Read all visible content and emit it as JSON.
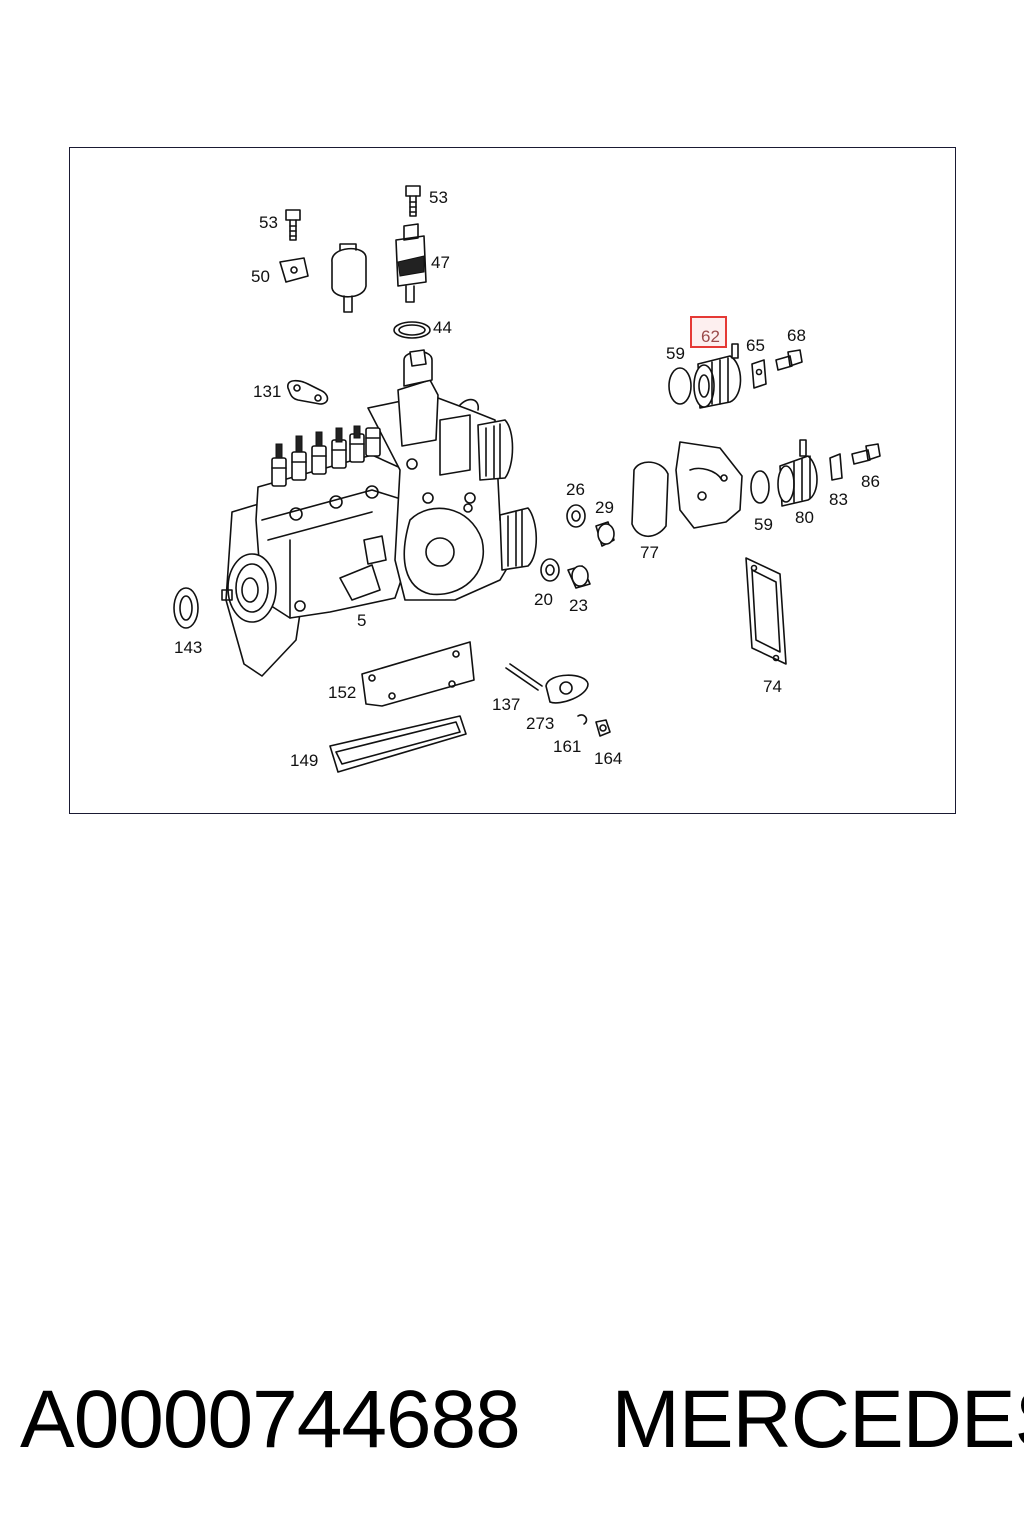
{
  "diagram": {
    "labels": {
      "l53a": "53",
      "l53b": "53",
      "l50": "50",
      "l47": "47",
      "l44": "44",
      "l131": "131",
      "l62": "62",
      "l59a": "59",
      "l65": "65",
      "l68": "68",
      "l26": "26",
      "l29": "29",
      "l77": "77",
      "l59b": "59",
      "l80": "80",
      "l83": "83",
      "l86": "86",
      "l20": "20",
      "l23": "23",
      "l5": "5",
      "l143": "143",
      "l74": "74",
      "l152": "152",
      "l137": "137",
      "l273": "273",
      "l161": "161",
      "l164": "164",
      "l149": "149"
    },
    "highlighted_label": "62",
    "highlight_color": "#e53935"
  },
  "footer": {
    "part_number": "A0000744688",
    "brand": "MERCEDES"
  }
}
